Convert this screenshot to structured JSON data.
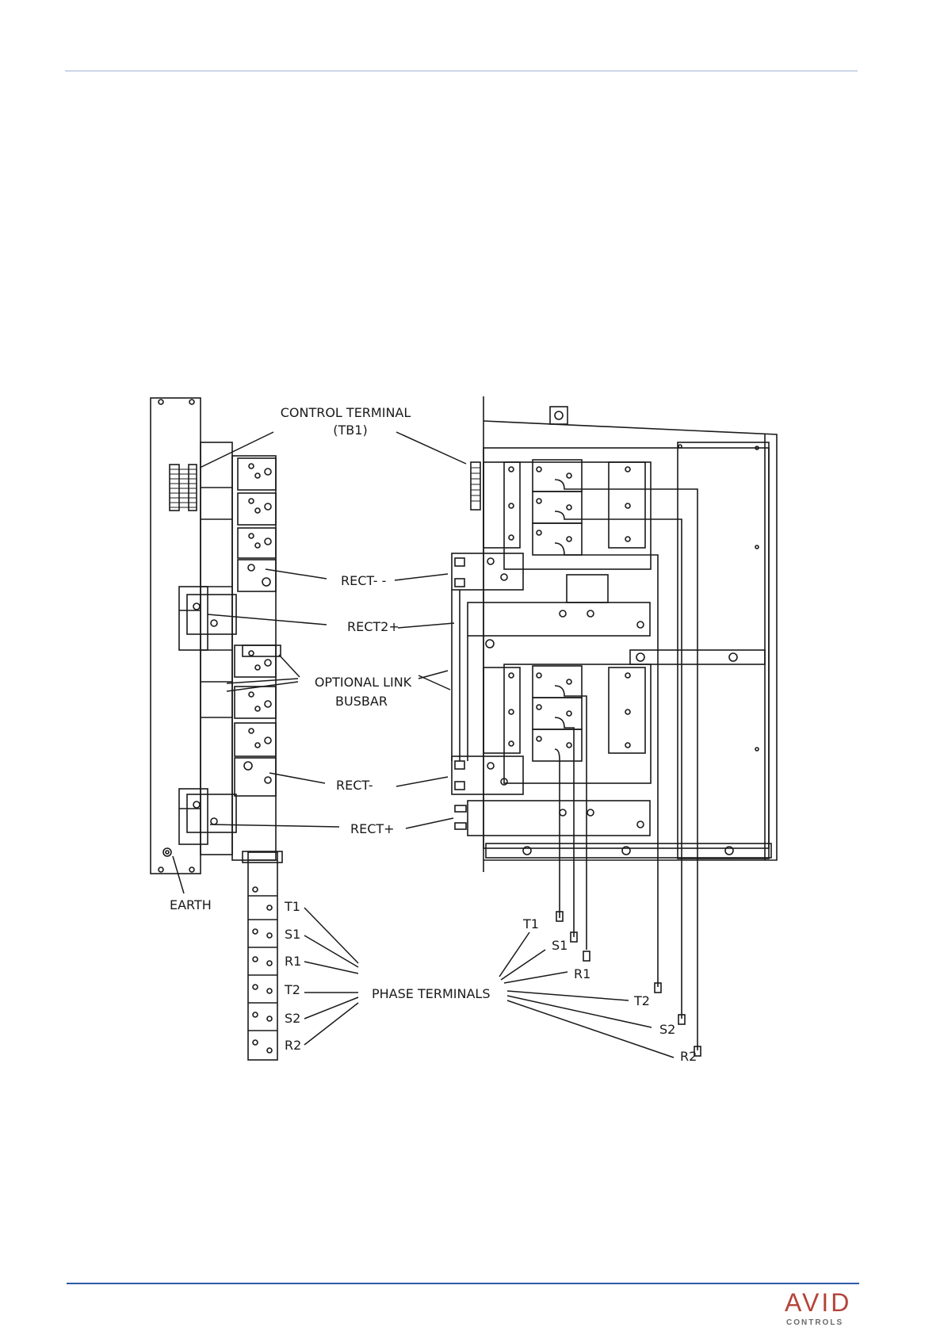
{
  "labels": {
    "control_terminal": "CONTROL TERMINAL",
    "control_terminal_id": "(TB1)",
    "rect_minus_top": "RECT- -",
    "rect2_plus": "RECT2+",
    "optional_link": "OPTIONAL LINK",
    "optional_link_2": "BUSBAR",
    "rect_minus_bottom": "RECT-",
    "rect_plus": "RECT+",
    "earth": "EARTH",
    "phase_terminals": "PHASE TERMINALS"
  },
  "left_phase_labels": [
    "T1",
    "S1",
    "R1",
    "T2",
    "S2",
    "R2"
  ],
  "right_phase_labels": [
    "T1",
    "S1",
    "R1",
    "T2",
    "S2",
    "R2"
  ],
  "logo": {
    "main": "AVID",
    "sub": "CONTROLS"
  },
  "colors": {
    "line": "#1a1a1a",
    "rule_top": "#9fb3d6",
    "rule_bottom": "#2e5aa8",
    "logo": "#b4443a"
  }
}
